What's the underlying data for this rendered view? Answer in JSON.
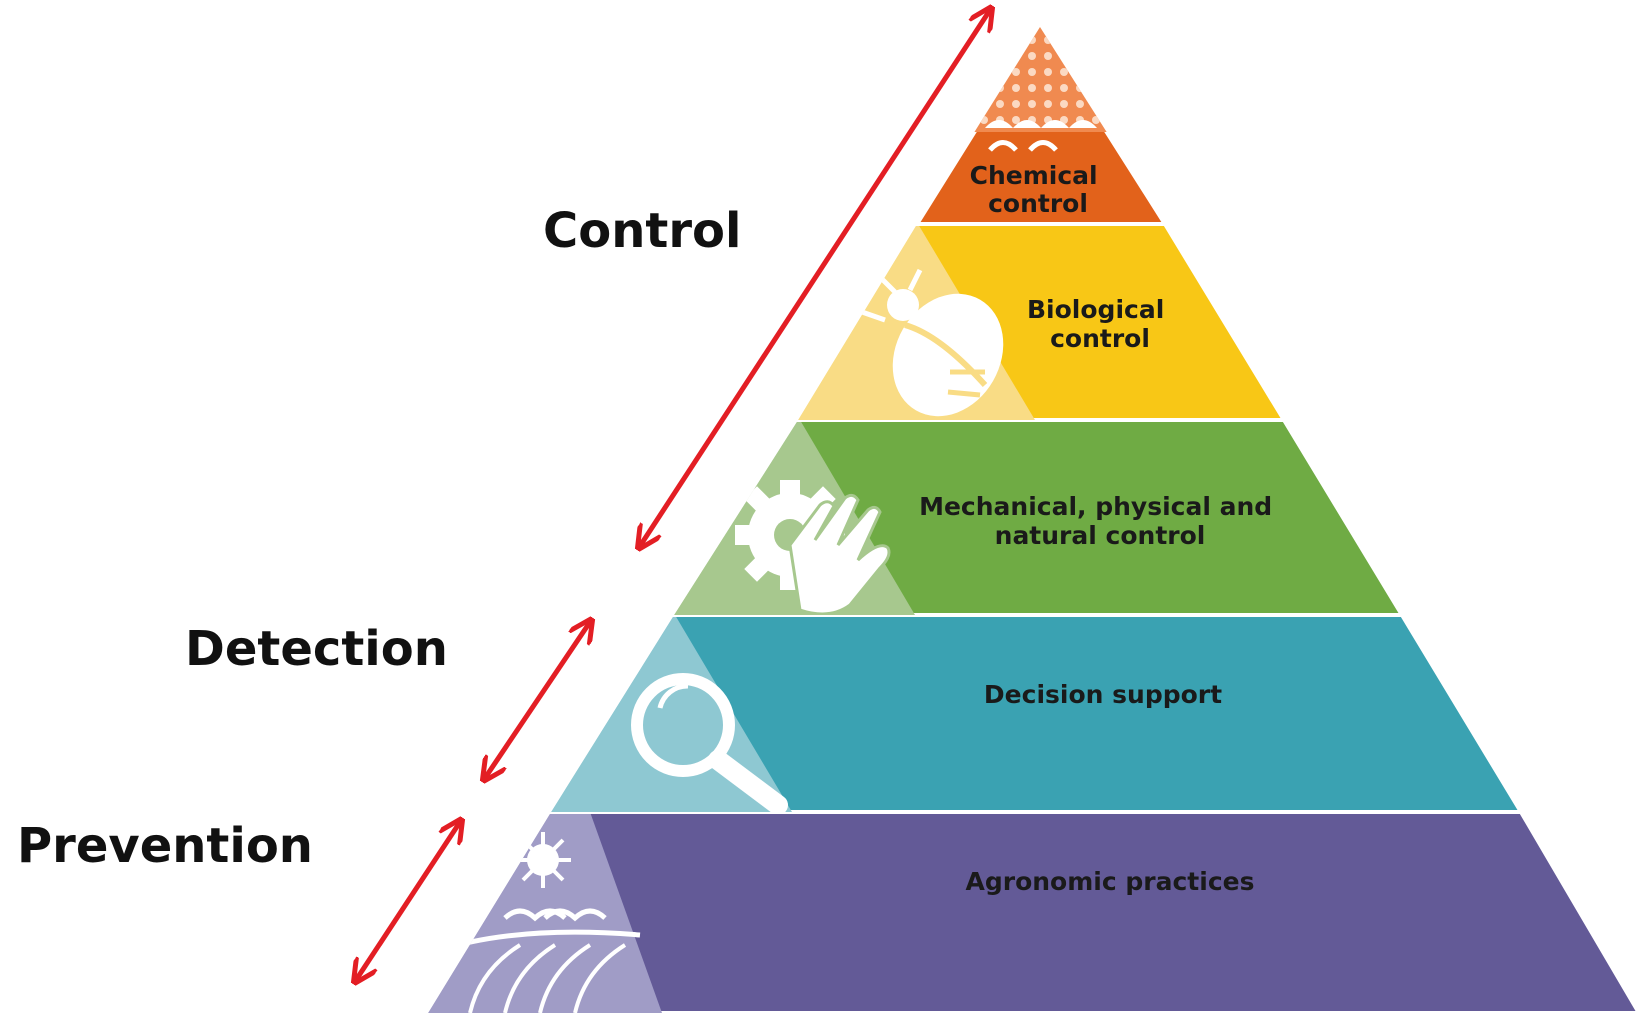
{
  "pyramid": {
    "layers": [
      {
        "id": "chemical",
        "lines": [
          "Chemical",
          "control"
        ],
        "color": "#e2621b",
        "icon_color": "#f08a50",
        "icon": "crop-dots-icon"
      },
      {
        "id": "biological",
        "lines": [
          "Biological",
          "control"
        ],
        "color": "#f8c716",
        "icon_color": "#f9dc85",
        "icon": "ladybug-icon"
      },
      {
        "id": "mechanical",
        "lines": [
          "Mechanical, physical and",
          "natural control"
        ],
        "color": "#6fab44",
        "icon_color": "#a7c88e",
        "icon": "gear-hand-icon"
      },
      {
        "id": "decision",
        "lines": [
          "Decision support"
        ],
        "color": "#3aa2b2",
        "icon_color": "#8ec8d2",
        "icon": "magnifier-icon"
      },
      {
        "id": "agronomic",
        "lines": [
          "Agronomic practices"
        ],
        "color": "#635a97",
        "icon_color": "#a09cc6",
        "icon": "sun-field-icon"
      }
    ]
  },
  "categories": [
    {
      "id": "control",
      "label": "Control",
      "arrow_color": "#e31e24"
    },
    {
      "id": "detection",
      "label": "Detection",
      "arrow_color": "#e31e24"
    },
    {
      "id": "prevention",
      "label": "Prevention",
      "arrow_color": "#e31e24"
    }
  ]
}
